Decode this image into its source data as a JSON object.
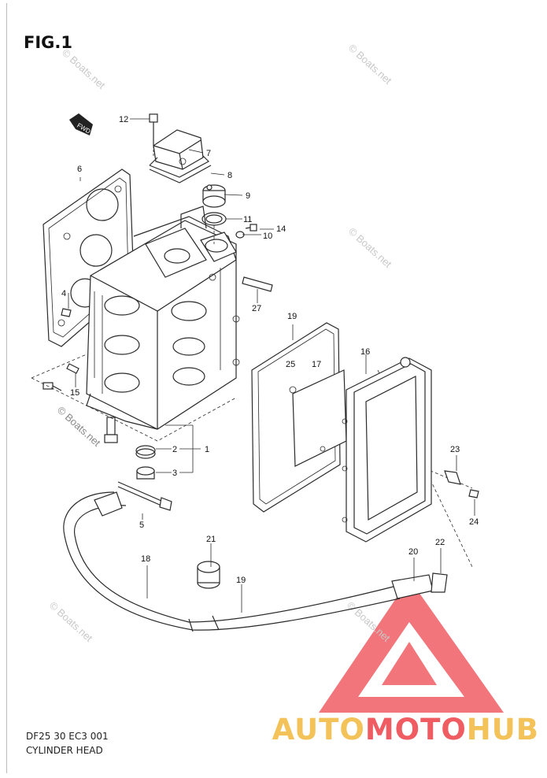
{
  "figure": {
    "title": "FIG.1",
    "code": "DF25 30 EC3 001",
    "name": "CYLINDER HEAD"
  },
  "direction_badge": "FWD",
  "callouts": [
    "1",
    "2",
    "3",
    "4",
    "5",
    "6",
    "7",
    "8",
    "9",
    "10",
    "11",
    "12",
    "14",
    "15",
    "16",
    "17",
    "18",
    "19",
    "19",
    "20",
    "21",
    "22",
    "23",
    "24",
    "25",
    "27"
  ],
  "watermark": "© Boats.net",
  "logo": {
    "part1": "AUTO",
    "part2": "MOTO",
    "part3": "HUB"
  },
  "colors": {
    "line": "#2a2a2a",
    "logo_yellow": "#f3c35a",
    "logo_red": "#ef5d63",
    "watermark": "#c8c8c8"
  }
}
